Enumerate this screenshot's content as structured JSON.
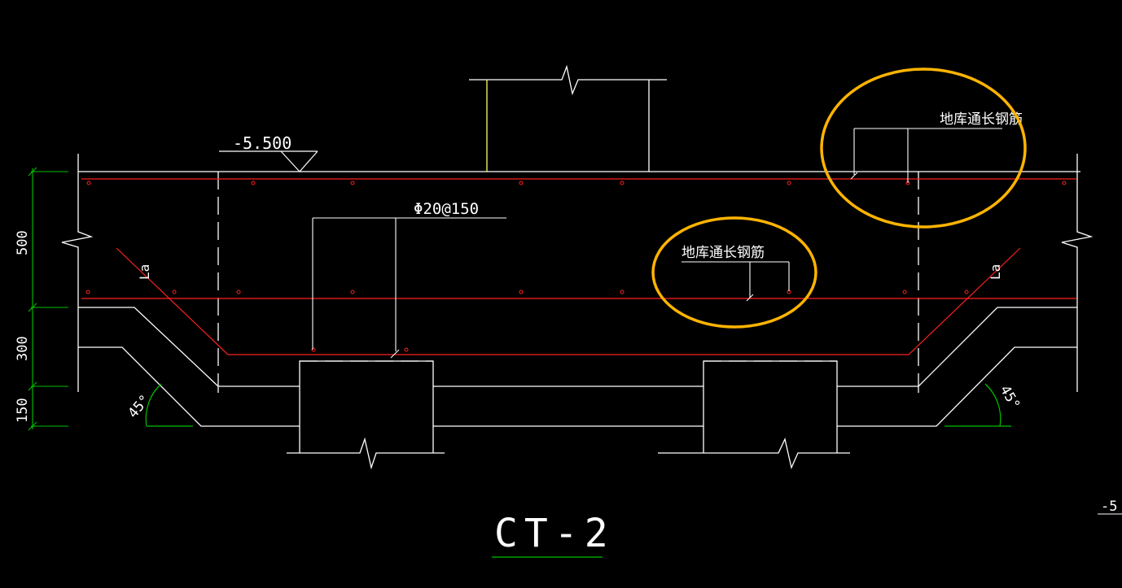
{
  "drawing": {
    "title": "CT-2",
    "elevation_label": "-5.500",
    "rebar_spec_label": "Φ20@150",
    "rebar_label_1": "地库通长钢筋",
    "rebar_label_2": "地库通长钢筋",
    "anchor_label_left": "La",
    "anchor_label_right": "La",
    "angle_label_left": "45°",
    "angle_label_right": "45°",
    "dims": [
      "500",
      "300",
      "150"
    ],
    "edge_fragment": "-5"
  },
  "colors": {
    "background": "#000000",
    "outline": "#ffffff",
    "rebar": "#ff0000",
    "dimension": "#00c000",
    "column_edge": "#ffff66",
    "highlight": "#ffb400"
  }
}
